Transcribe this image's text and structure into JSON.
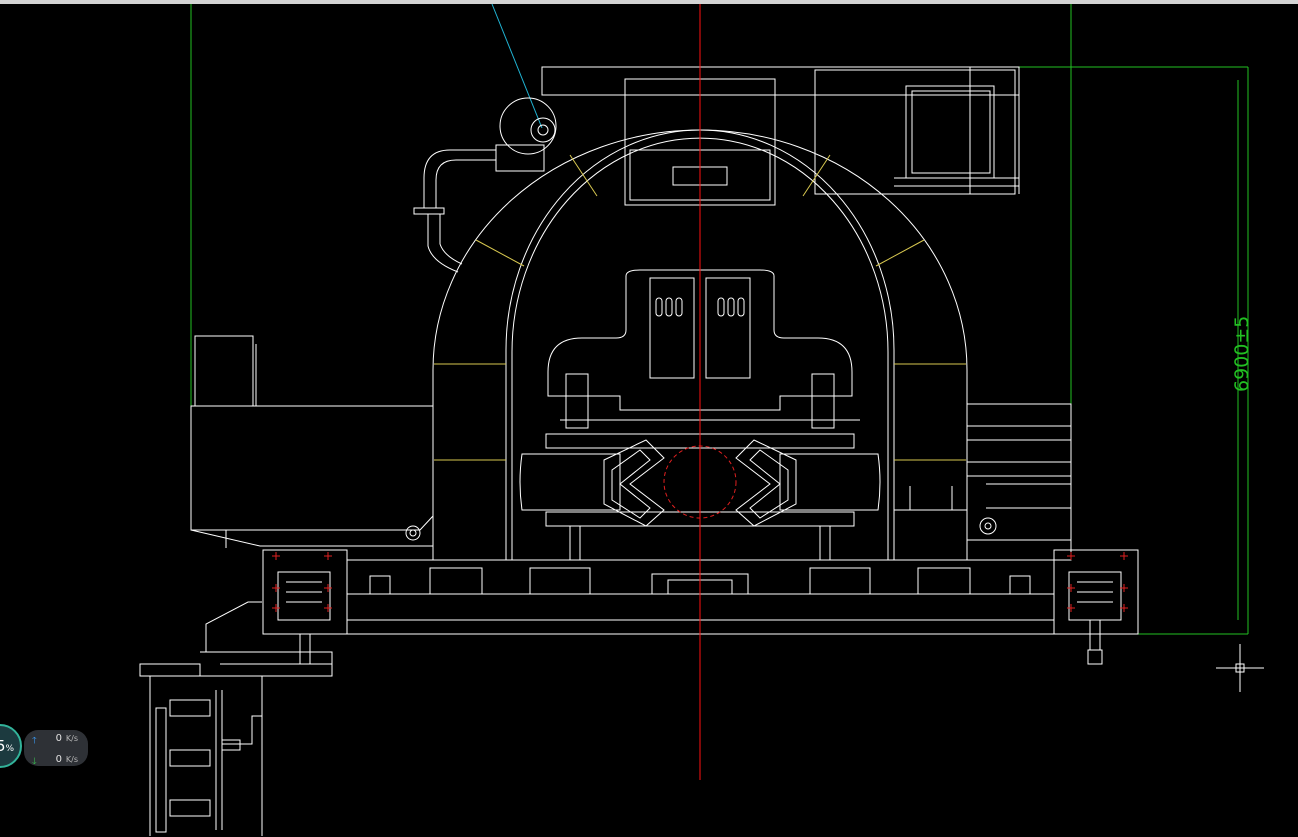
{
  "drawing": {
    "dimension_text": "6900±5",
    "colors": {
      "background": "#000000",
      "geometry": "#ffffff",
      "center_line": "#ff0000",
      "boundary": "#00c000",
      "leader": "#00b0d0",
      "accent_yellow": "#e0d050"
    }
  },
  "network_monitor": {
    "cpu_percent_text": "5",
    "cpu_unit": "%",
    "upload": {
      "value": "0",
      "unit": "K/s",
      "icon": "arrow-up-icon"
    },
    "download": {
      "value": "0",
      "unit": "K/s",
      "icon": "arrow-down-icon"
    }
  },
  "cursor": {
    "icon": "crosshair-cursor-icon"
  }
}
